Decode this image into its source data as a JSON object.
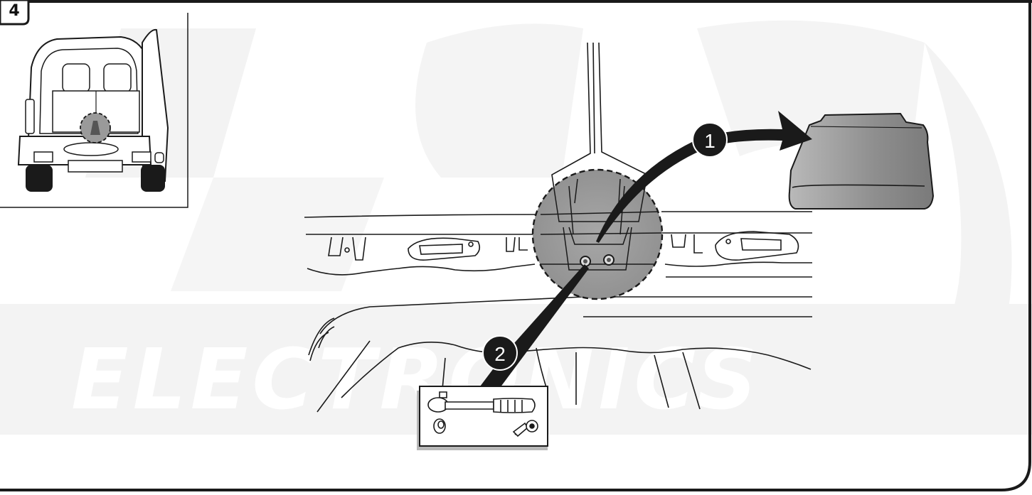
{
  "step": {
    "number": "4"
  },
  "watermark": {
    "line1": "ECS",
    "line2": "ELECTRONICS"
  },
  "callouts": [
    {
      "label": "1",
      "action": "remove-cover"
    },
    {
      "label": "2",
      "action": "loosen-bolts"
    }
  ],
  "tool_box": {
    "icons": [
      "ratchet-wrench-icon",
      "socket-icon",
      "bolt-icon"
    ]
  },
  "colors": {
    "line": "#1a1a1a",
    "highlight": "#9a9a9a",
    "watermark": "#f2f2f2",
    "cover_fill": "#8c8c8c",
    "frame": "#1a1a1a"
  }
}
